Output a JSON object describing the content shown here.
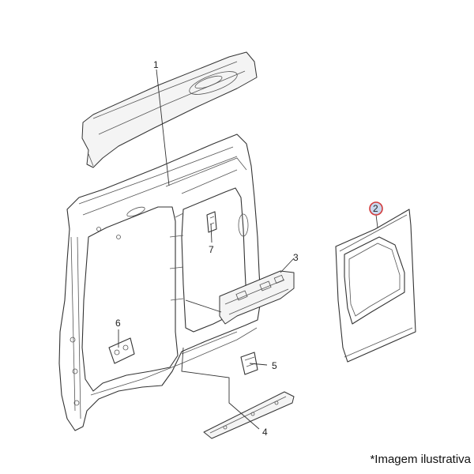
{
  "callouts": {
    "c1": "1",
    "c2": "2",
    "c3": "3",
    "c4": "4",
    "c5": "5",
    "c6": "6",
    "c7": "7"
  },
  "highlighted_callout": "2",
  "colors": {
    "highlight_ring": "#d23a3a",
    "highlight_fill": "#c9d8ee",
    "line": "#333333"
  },
  "caption": "*Imagem ilustrativa"
}
